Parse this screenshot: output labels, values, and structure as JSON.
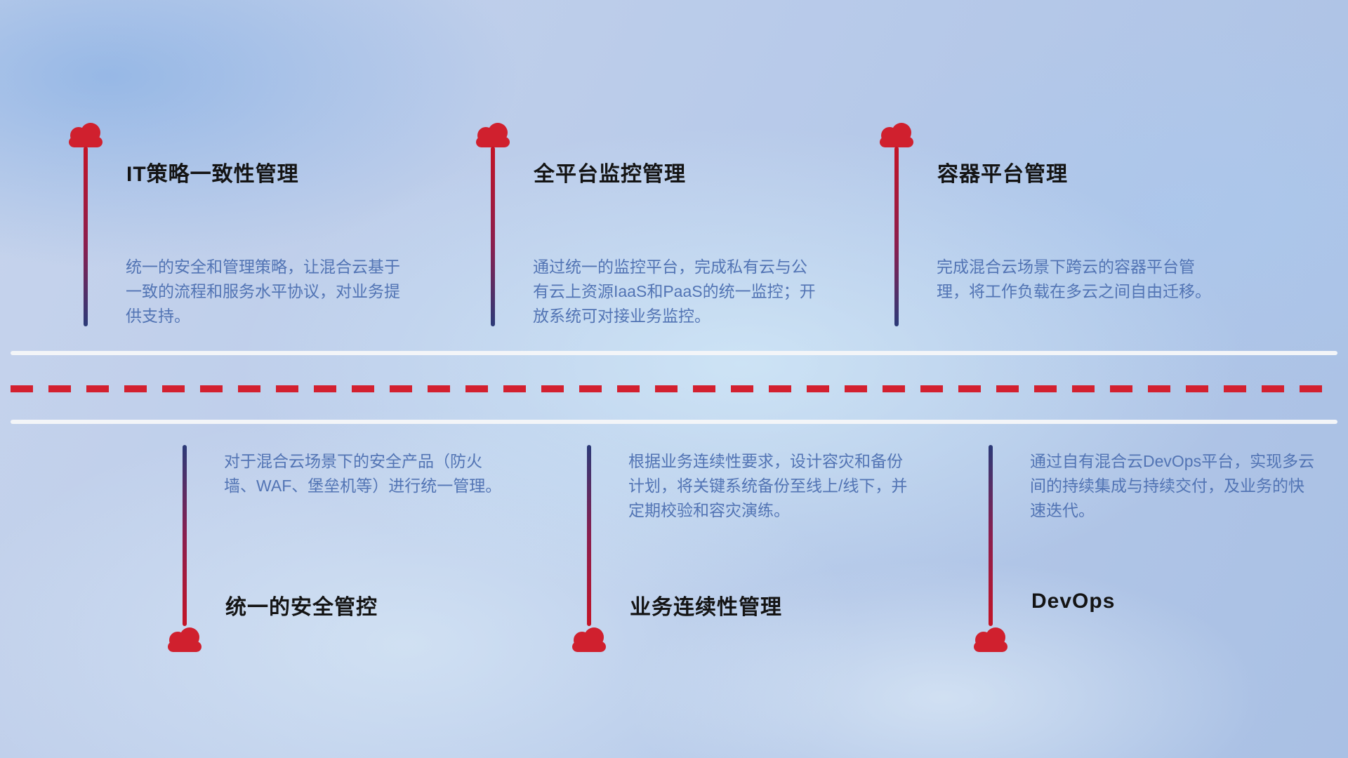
{
  "colors": {
    "cloud_red": "#d0202e",
    "line_red": "#c41426",
    "line_blue": "#2b3a78",
    "dash_red": "#d3202f",
    "road_white": "#f3f5f8",
    "title_dark": "#141414",
    "desc_blue": "#5274b4"
  },
  "top_items": [
    {
      "title": "IT策略一致性管理",
      "description": "统一的安全和管理策略，让混合云基于一致的流程和服务水平协议，对业务提供支持。"
    },
    {
      "title": "全平台监控管理",
      "description": "通过统一的监控平台，完成私有云与公有云上资源IaaS和PaaS的统一监控；开放系统可对接业务监控。"
    },
    {
      "title": "容器平台管理",
      "description": "完成混合云场景下跨云的容器平台管理，将工作负载在多云之间自由迁移。"
    }
  ],
  "bottom_items": [
    {
      "title": "统一的安全管控",
      "description": "对于混合云场景下的安全产品（防火墙、WAF、堡垒机等）进行统一管理。"
    },
    {
      "title": "业务连续性管理",
      "description": "根据业务连续性要求，设计容灾和备份计划，将关键系统备份至线上/线下，并定期校验和容灾演练。"
    },
    {
      "title": "DevOps",
      "description": "通过自有混合云DevOps平台，实现多云间的持续集成与持续交付，及业务的快速迭代。"
    }
  ]
}
